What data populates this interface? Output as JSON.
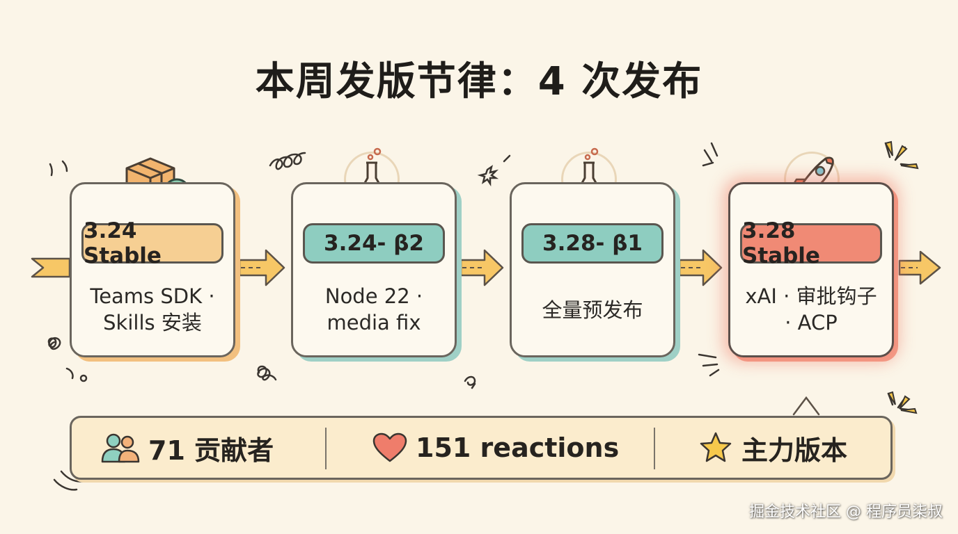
{
  "title": "本周发版节律：4 次发布",
  "releases": [
    {
      "version": "3.24 Stable",
      "line1": "Teams SDK ·",
      "line2": "Skills 安装",
      "icon": "package-check-icon",
      "color": "#f6cf93"
    },
    {
      "version": "3.24- β2",
      "line1": "Node 22 ·",
      "line2": "media fix",
      "icon": "flask-icon",
      "color": "#8ecdc0"
    },
    {
      "version": "3.28- β1",
      "line1": "全量预发布",
      "line2": "",
      "icon": "flask-icon",
      "color": "#8ecdc0"
    },
    {
      "version": "3.28 Stable",
      "line1": "xAI · 审批钩子",
      "line2": "· ACP",
      "icon": "rocket-icon",
      "color": "#f08a75"
    }
  ],
  "stats": [
    {
      "icon": "users-icon",
      "text": "71 贡献者"
    },
    {
      "icon": "heart-icon",
      "text": "151 reactions"
    },
    {
      "icon": "star-icon",
      "text": "主力版本"
    }
  ],
  "watermark": "掘金技术社区 @ 程序员柒叔"
}
